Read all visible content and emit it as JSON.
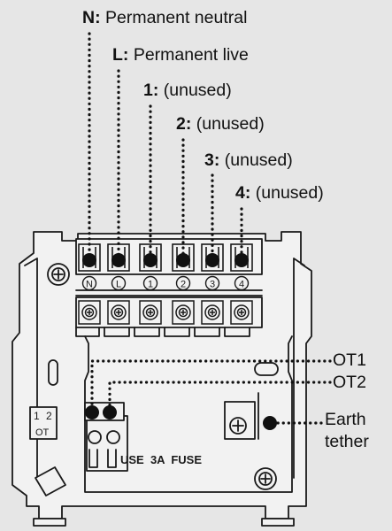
{
  "terminals": [
    {
      "key": "N:",
      "text": "Permanent neutral"
    },
    {
      "key": "L:",
      "text": "Permanent live"
    },
    {
      "key": "1:",
      "text": "(unused)"
    },
    {
      "key": "2:",
      "text": "(unused)"
    },
    {
      "key": "3:",
      "text": "(unused)"
    },
    {
      "key": "4:",
      "text": "(unused)"
    }
  ],
  "terminal_marks": [
    "N",
    "L",
    "1",
    "2",
    "3",
    "4"
  ],
  "side_labels": {
    "ot1": "OT1",
    "ot2": "OT2",
    "earth_line1": "Earth",
    "earth_line2": "tether"
  },
  "board_text": {
    "fuse": "USE  3A  FUSE",
    "ot_num_1": "1",
    "ot_num_2": "2",
    "ot_tag": "OT"
  },
  "colors": {
    "background": "#e6e6e6",
    "line": "#1a1a1a",
    "plate": "#f2f2f2",
    "dot": "#111111"
  }
}
